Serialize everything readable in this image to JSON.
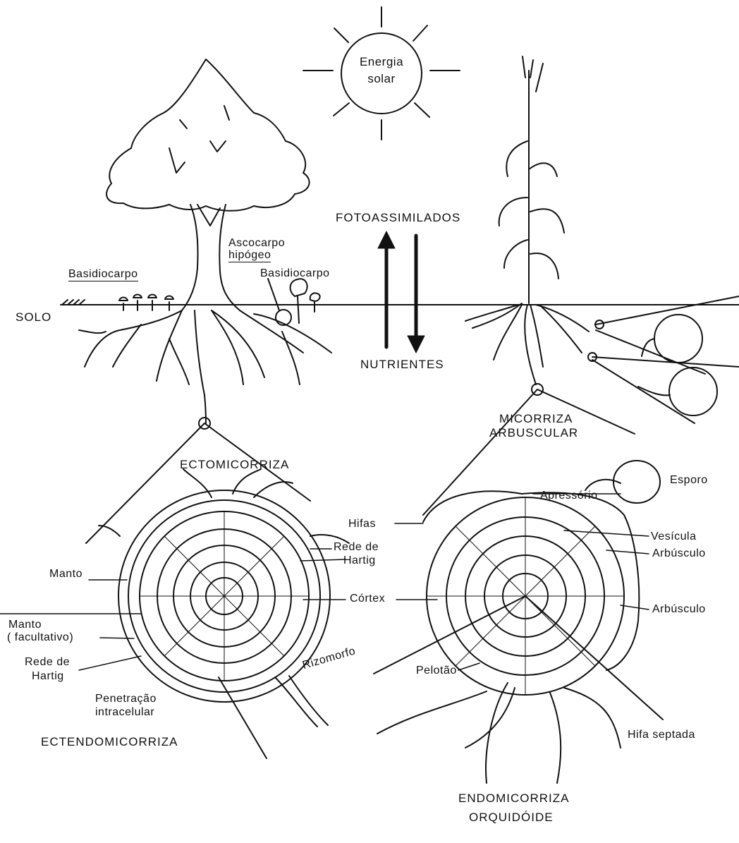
{
  "sun": {
    "line1": "Energia",
    "line2": "solar"
  },
  "arrows": {
    "up": "FOTOASSIMILADOS",
    "down": "NUTRIENTES"
  },
  "soil": "SOLO",
  "tree_labels": {
    "basidiocarp_left": "Basidiocarpo",
    "ascocarp_line1": "Ascocarpo",
    "ascocarp_line2": "hipógeo",
    "basidiocarp_right": "Basidiocarpo"
  },
  "ecto": {
    "title": "ECTOMICORRIZA",
    "hifas": "Hifas",
    "rede_hartig_1": "Rede de",
    "rede_hartig_2": "Hartig",
    "manto": "Manto",
    "cortex": "Córtex",
    "manto_fac_1": "Manto",
    "manto_fac_2": "( facultativo)",
    "rede_left_1": "Rede de",
    "rede_left_2": "Hartig",
    "rizomorfo": "Rizomorfo",
    "penetracao_1": "Penetração",
    "penetracao_2": "intracelular",
    "ectendo": "ECTENDOMICORRIZA"
  },
  "arbuscular": {
    "title_1": "MICORRIZA",
    "title_2": "ARBUSCULAR",
    "esporo": "Esporo",
    "apressorio": "Apressório",
    "vesicula": "Vesícula",
    "arbusculo_1": "Arbúsculo",
    "arbusculo_2": "Arbúsculo",
    "pelotao": "Pelotão",
    "hifa_septada": "Hifa   septada",
    "endo_1": "ENDOMICORRIZA",
    "endo_2": "ORQUIDÓIDE"
  }
}
